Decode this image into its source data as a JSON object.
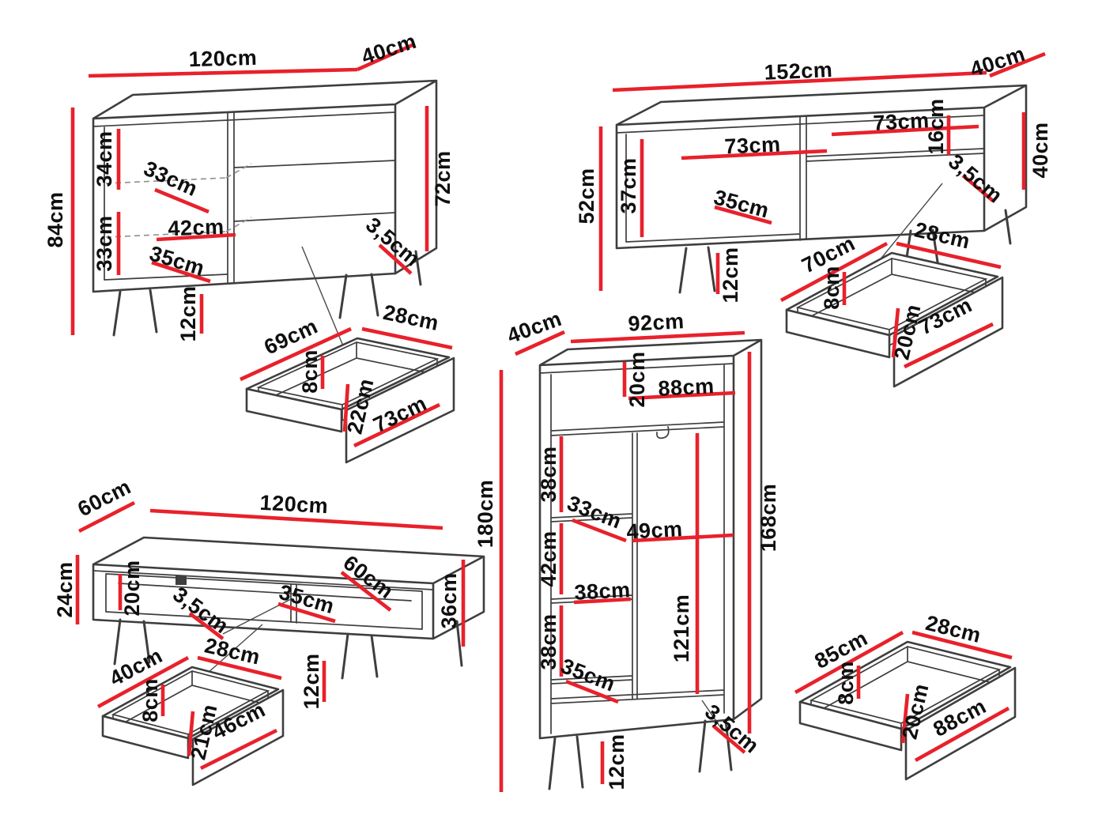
{
  "colors": {
    "dimension_line": "#e8212b",
    "outline": "#3e3e3e",
    "hidden_line": "#8f8f8f",
    "label_text": "#0f0f0f",
    "background": "#ffffff"
  },
  "pieces": {
    "sideboard": {
      "dims": {
        "width": "120cm",
        "depth": "40cm",
        "height_total": "84cm",
        "height_body": "72cm",
        "shelf_space_top": "34cm",
        "shelf_depth": "33cm",
        "shelf_space_bottom": "33cm",
        "inner_width": "42cm",
        "inner_width_lower": "35cm",
        "panel_thickness": "3,5cm",
        "leg_height": "12cm"
      }
    },
    "sideboard_drawer": {
      "dims": {
        "back_width": "69cm",
        "side_depth": "28cm",
        "side_height": "8cm",
        "front_height": "22cm",
        "front_width": "73cm"
      }
    },
    "tv_stand": {
      "dims": {
        "width": "152cm",
        "depth": "40cm",
        "height_body": "40cm",
        "height_total": "52cm",
        "inner_height": "37cm",
        "shelf_width_left": "73cm",
        "shelf_width_right": "73cm",
        "niche_height": "16cm",
        "panel_thickness": "3,5cm",
        "shelf_depth": "35cm",
        "leg_height": "12cm"
      }
    },
    "tv_drawer": {
      "dims": {
        "back_width": "70cm",
        "side_depth": "28cm",
        "side_height": "8cm",
        "front_height": "20cm",
        "front_width": "73cm"
      }
    },
    "wardrobe": {
      "dims": {
        "depth": "40cm",
        "width": "92cm",
        "top_space": "20cm",
        "inner_width": "88cm",
        "shelf_space_1": "38cm",
        "shelf_depth": "33cm",
        "shelf_space_2": "42cm",
        "right_section_width": "49cm",
        "left_section_width": "38cm",
        "shelf_space_3": "38cm",
        "hanging_height": "121cm",
        "height_total": "180cm",
        "inner_height": "168cm",
        "bottom_space": "35cm",
        "leg_height": "12cm",
        "panel_thickness": "3,5cm"
      }
    },
    "coffee_table": {
      "dims": {
        "depth": "60cm",
        "width": "120cm",
        "height_body": "24cm",
        "inner_height": "20cm",
        "panel_thickness": "3,5cm",
        "inner_width": "35cm",
        "inner_depth": "60cm",
        "height_total": "36cm",
        "leg_height": "12cm"
      }
    },
    "coffee_table_drawer": {
      "dims": {
        "back_width": "40cm",
        "side_depth": "28cm",
        "side_height": "8cm",
        "front_height": "21cm",
        "front_width": "46cm"
      }
    },
    "wardrobe_drawer": {
      "dims": {
        "back_width": "85cm",
        "side_depth": "28cm",
        "side_height": "8cm",
        "front_height": "20cm",
        "front_width": "88cm"
      }
    }
  }
}
